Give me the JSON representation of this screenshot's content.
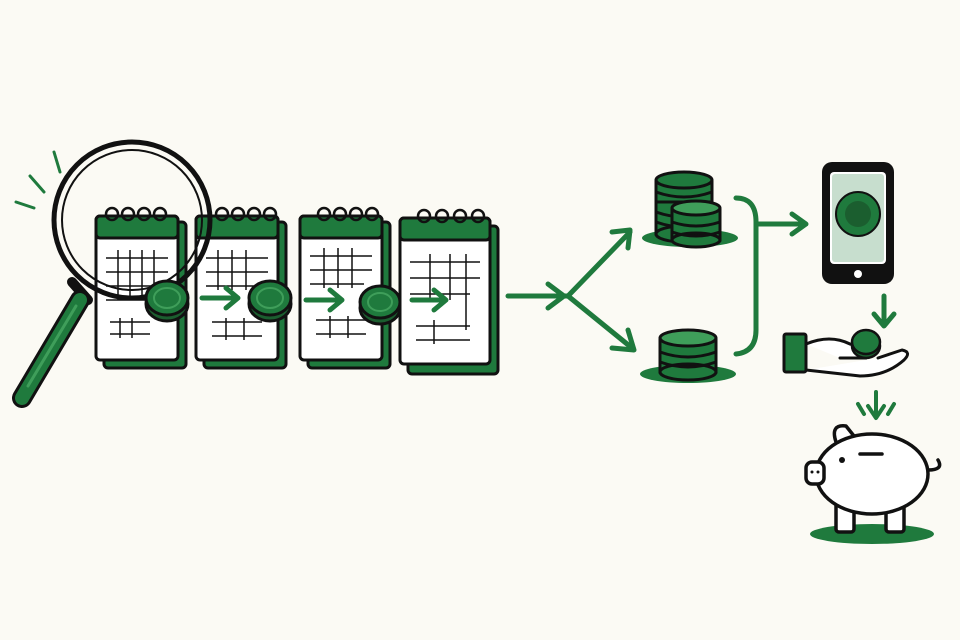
{
  "colors": {
    "background": "#fbfaf4",
    "ink": "#111111",
    "green": "#1f7a3d",
    "green_dark": "#1b5e2f",
    "green_light": "#3f9e5a",
    "paper": "#ffffff"
  },
  "icons": {
    "magnifier": "magnifying-glass-icon",
    "calendar": "calendar-icon",
    "coin": "coin-icon",
    "arrow": "arrow-right-icon",
    "split": "split-arrow-icon",
    "coin_stack": "coin-stack-icon",
    "phone": "smartphone-icon",
    "hand": "hand-with-coin-icon",
    "piggy_bank": "piggy-bank-icon"
  },
  "diagram": {
    "calendar_count": 4,
    "coin_stack_top_count": 2,
    "coin_stack_bottom_count": 1
  }
}
